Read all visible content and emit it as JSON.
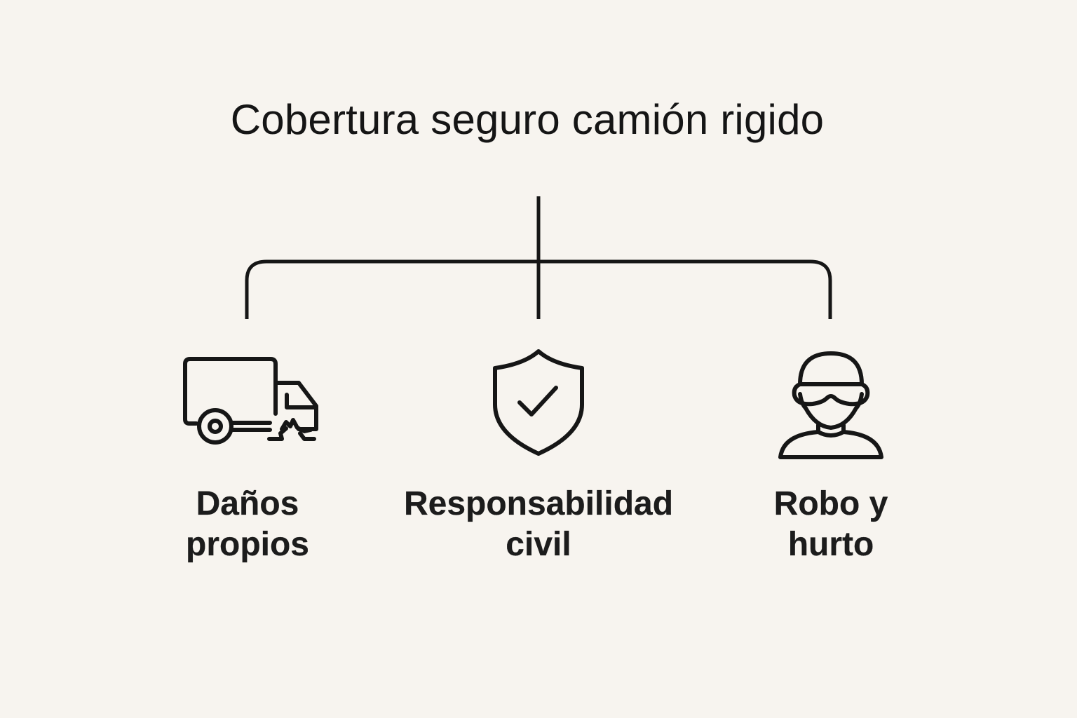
{
  "diagram": {
    "title": "Cobertura seguro camión rigido",
    "colors": {
      "background": "#f7f4ef",
      "ink": "#1a1a1a"
    },
    "branches": [
      {
        "icon": "truck-damage-icon",
        "label_lines": [
          "Daños",
          "propios"
        ]
      },
      {
        "icon": "shield-check-icon",
        "label_lines": [
          "Responsabilidad",
          "civil"
        ]
      },
      {
        "icon": "thief-icon",
        "label_lines": [
          "Robo y",
          "hurto"
        ]
      }
    ]
  }
}
